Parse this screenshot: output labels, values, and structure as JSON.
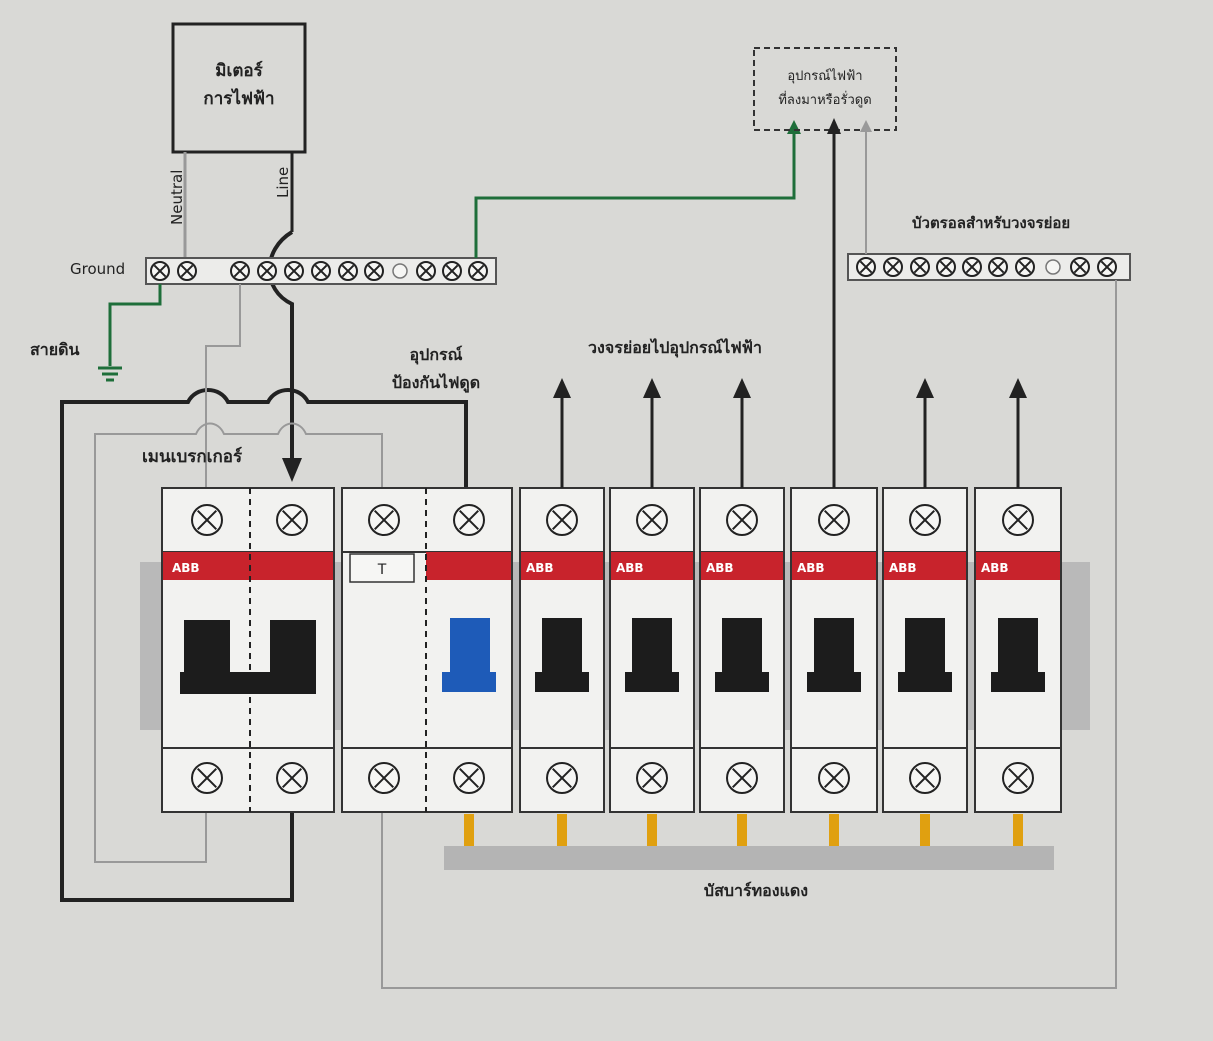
{
  "meter": {
    "line1": "มิเตอร์",
    "line2": "การไฟฟ้า"
  },
  "device": {
    "line1": "อุปกรณ์ไฟฟ้า",
    "line2": "ที่ลงมาหรือรั่วดูด"
  },
  "wires": {
    "neutral": "Neutral",
    "line": "Line"
  },
  "ground_bar": {
    "label": "Ground"
  },
  "earth": {
    "label": "สายดิน"
  },
  "neutral_bar": {
    "label": "บัวตรอลสำหรับวงจรย่อย"
  },
  "rcd": {
    "label_line1": "อุปกรณ์",
    "label_line2": "ป้องกันไฟดูด",
    "test_button": "T"
  },
  "subcircuits": {
    "label": "วงจรย่อยไปอุปกรณ์ไฟฟ้า"
  },
  "main_breaker": {
    "label": "เมนเบรกเกอร์"
  },
  "breakers": {
    "brand": "ABB",
    "count": 6
  },
  "busbar": {
    "label": "บัสบาร์ทองแดง"
  },
  "colors": {
    "red_band": "#c8232c",
    "blue_toggle": "#1e5bb8",
    "ground_wire": "#1e6e3a",
    "copper_pin": "#e0a010",
    "busbar": "#b4b4b4"
  }
}
